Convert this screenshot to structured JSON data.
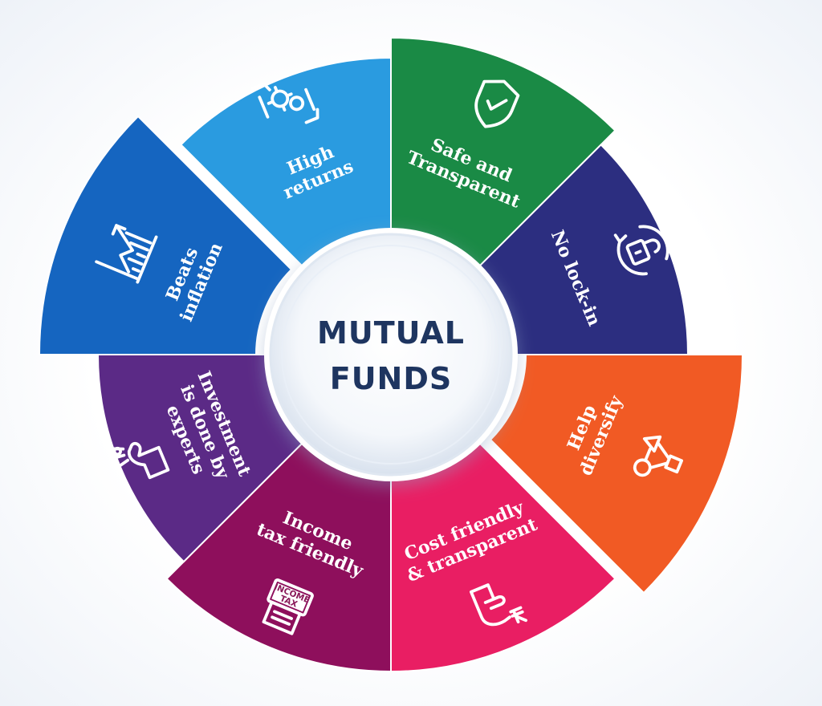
{
  "center": {
    "line1": "MUTUAL",
    "line2": "FUNDS"
  },
  "segments": [
    {
      "lines": [
        "Safe and",
        "Transparent"
      ],
      "color": "#1a8a45",
      "icon": "shield-check-icon"
    },
    {
      "lines": [
        "No lock-in"
      ],
      "color": "#2c2e80",
      "icon": "unlocked-padlock-icon"
    },
    {
      "lines": [
        "Help",
        "diversify"
      ],
      "color": "#f15a24",
      "icon": "diversify-network-icon"
    },
    {
      "lines": [
        "Cost friendly",
        "& transparent"
      ],
      "color": "#e91e63",
      "icon": "hand-rupee-icon"
    },
    {
      "lines": [
        "Income",
        "tax friendly"
      ],
      "color": "#8e0f5c",
      "icon": "income-tax-form-icon",
      "icon_text": [
        "INCOME",
        "TAX"
      ]
    },
    {
      "lines": [
        "Investment",
        "is done by",
        "experts"
      ],
      "color": "#5b2a86",
      "icon": "hand-money-icon"
    },
    {
      "lines": [
        "Beats",
        "inflation"
      ],
      "color": "#1565c0",
      "icon": "rising-graph-icon"
    },
    {
      "lines": [
        "High",
        "returns"
      ],
      "color": "#2a9be0",
      "icon": "hands-gears-icon"
    }
  ]
}
